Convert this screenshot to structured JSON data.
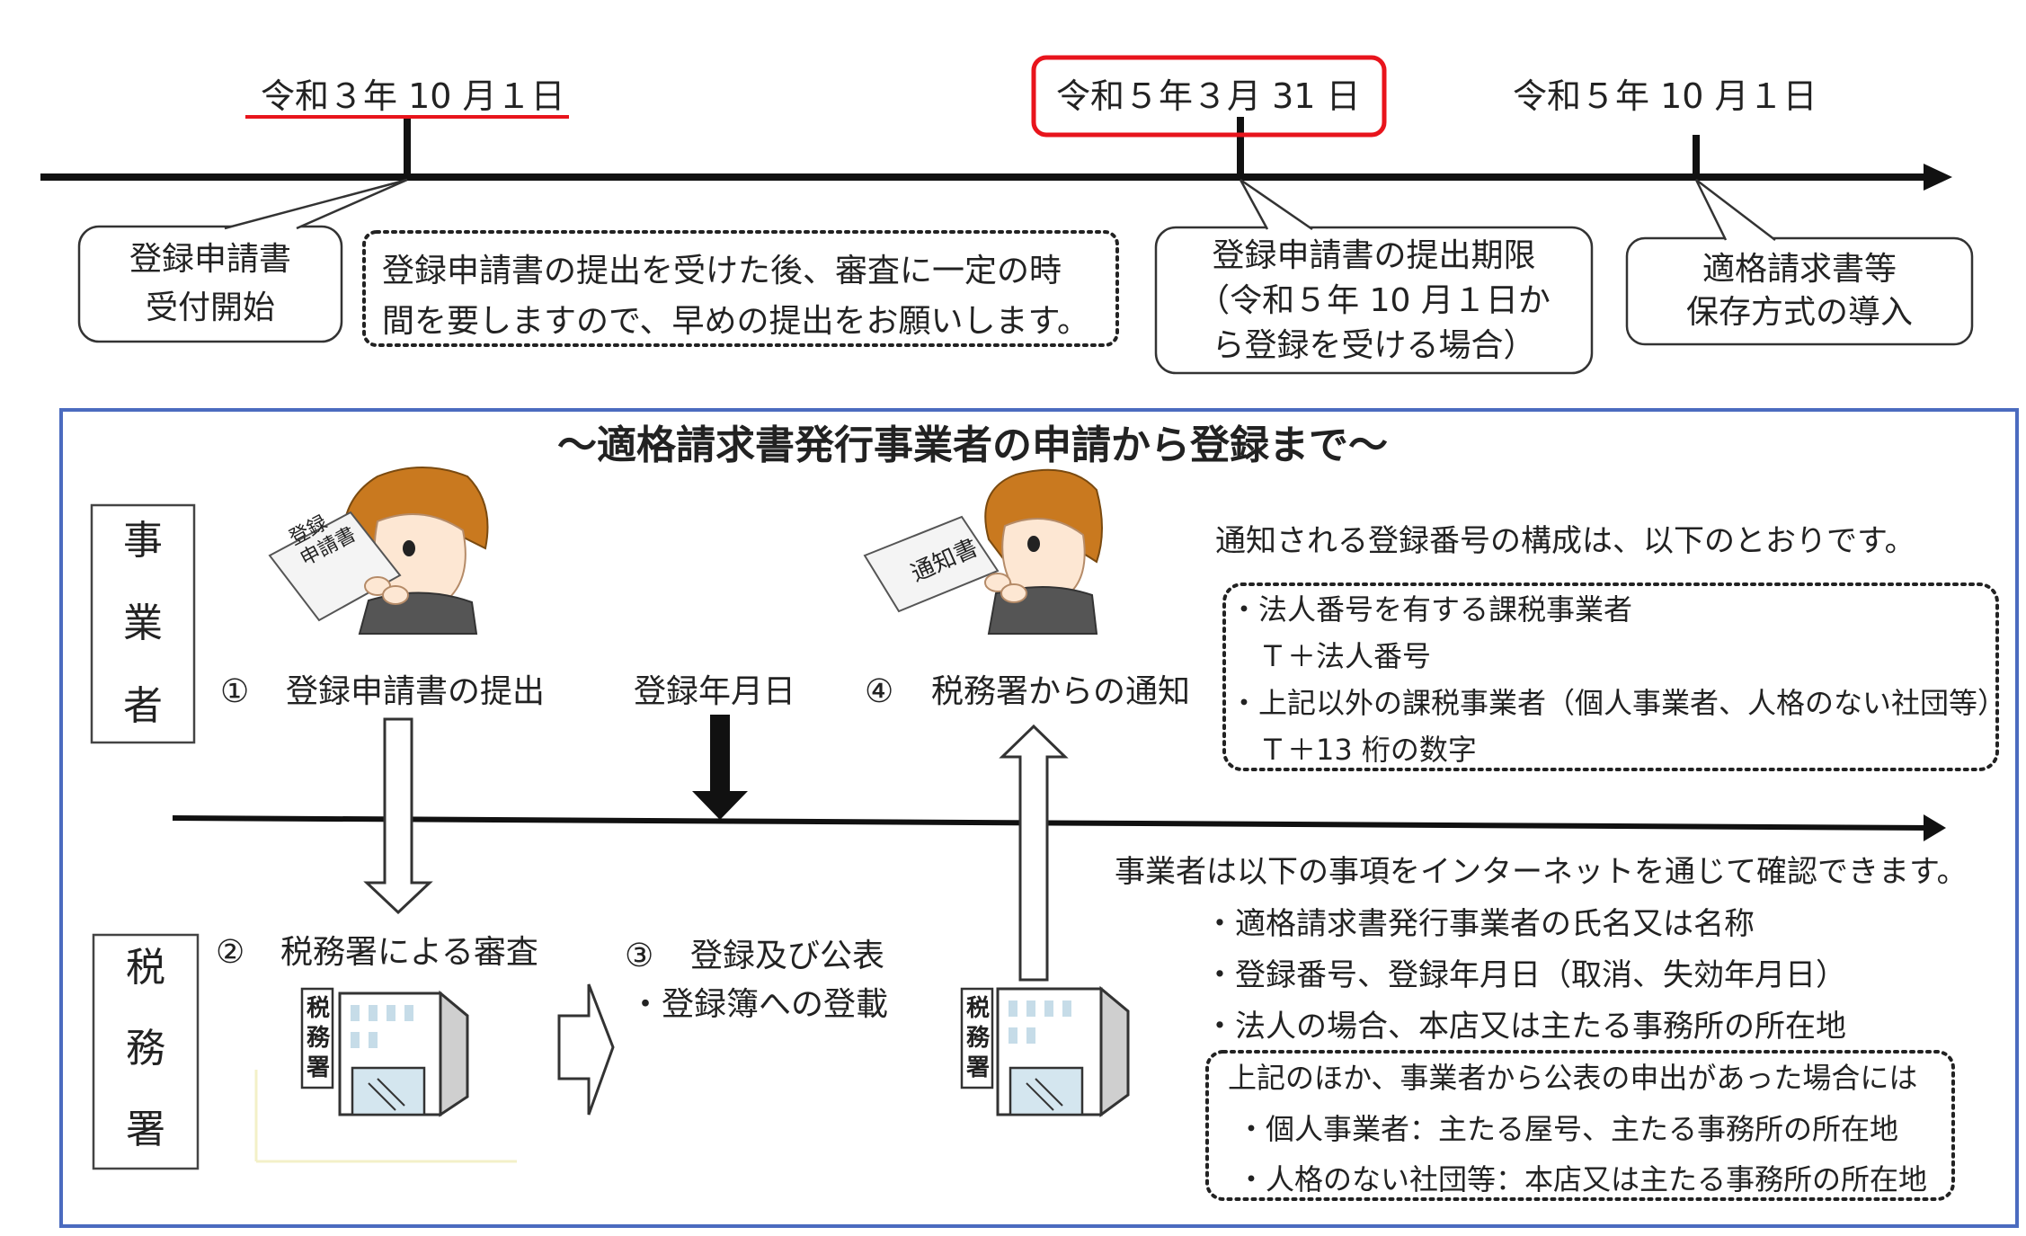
{
  "colors": {
    "red": "#e8141c",
    "blue": "#4b6bbf",
    "line": "#111111"
  },
  "timeline": {
    "dates": [
      {
        "label": "令和３年 10 月１日"
      },
      {
        "label": "令和５年３月 31 日"
      },
      {
        "label": "令和５年 10 月１日"
      }
    ],
    "box1": {
      "line1": "登録申請書",
      "line2": "受付開始"
    },
    "note": {
      "line1": "登録申請書の提出を受けた後、審査に一定の時",
      "line2": "間を要しますので、早めの提出をお願いします。"
    },
    "box2": {
      "line1": "登録申請書の提出期限",
      "line2": "（令和５年 10 月１日か",
      "line3": "ら登録を受ける場合）"
    },
    "box3": {
      "line1": "適格請求書等",
      "line2": "保存方式の導入"
    }
  },
  "flow": {
    "title": "～適格請求書発行事業者の申請から登録まで～",
    "actor_business": [
      "事",
      "業",
      "者"
    ],
    "actor_tax": [
      "税",
      "務",
      "署"
    ],
    "doc1_label": "登録\n申請書",
    "doc2_label": "通知書",
    "bldg_label": "税務署",
    "step1": {
      "num": "①",
      "text": "登録申請書の提出"
    },
    "reg_date": "登録年月日",
    "step4": {
      "num": "④",
      "text": "税務署からの通知"
    },
    "step2": {
      "num": "②",
      "text": "税務署による審査"
    },
    "step3": {
      "num": "③",
      "text": "登録及び公表",
      "sub": "・登録簿への登載"
    },
    "number_info": {
      "heading": "通知される登録番号の構成は、以下のとおりです。",
      "items": [
        "・法人番号を有する課税事業者",
        "Ｔ＋法人番号",
        "・上記以外の課税事業者（個人事業者、人格のない社団等）",
        "Ｔ＋13 桁の数字"
      ]
    },
    "internet_info": {
      "heading": "事業者は以下の事項をインターネットを通じて確認できます。",
      "items": [
        "・適格請求書発行事業者の氏名又は名称",
        "・登録番号、登録年月日（取消、失効年月日）",
        "・法人の場合、本店又は主たる事務所の所在地"
      ],
      "extra": [
        "上記のほか、事業者から公表の申出があった場合には",
        "・個人事業者：主たる屋号、主たる事務所の所在地",
        "・人格のない社団等：本店又は主たる事務所の所在地"
      ]
    }
  }
}
